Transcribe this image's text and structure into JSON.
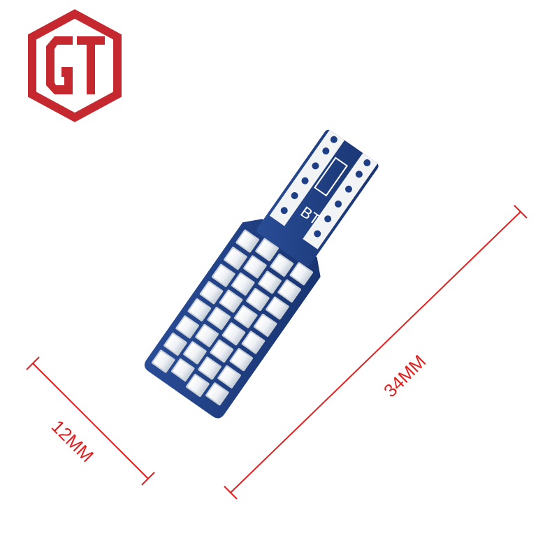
{
  "logo": {
    "text": "GT",
    "color": "#c5282f"
  },
  "product": {
    "board_label": "BT",
    "board_color": "#1e3f86",
    "led_color": "#f4f6f8",
    "pad_color": "#f1f3f5"
  },
  "dimensions": {
    "width_label": "12MM",
    "length_label": "34MM",
    "line_color": "#e0201f"
  }
}
